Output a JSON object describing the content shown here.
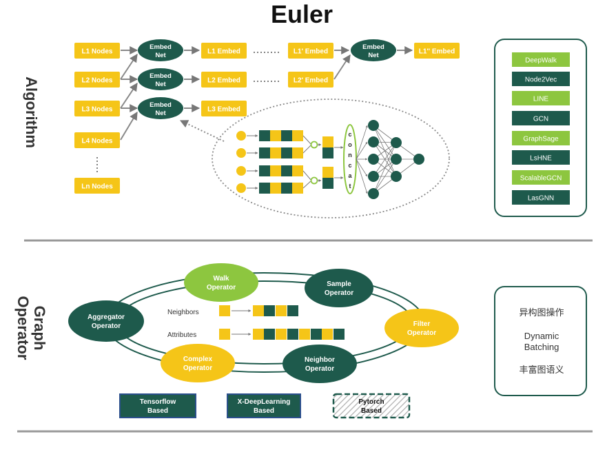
{
  "title": "Euler",
  "sections": {
    "algorithm": "Algorithm",
    "graph_operator": [
      "Graph",
      "Operator"
    ]
  },
  "algorithm": {
    "node_labels": [
      "L1 Nodes",
      "L2 Nodes",
      "L3 Nodes",
      "L4 Nodes",
      "Ln Nodes"
    ],
    "embed_net": [
      "Embed",
      "Net"
    ],
    "embed_labels": [
      "L1 Embed",
      "L2 Embed",
      "L3 Embed"
    ],
    "embed_prime_labels": [
      "L1' Embed",
      "L2' Embed"
    ],
    "embed_double_prime": "L1'' Embed",
    "concat_letters": [
      "c",
      "o",
      "n",
      "c",
      "a",
      "t"
    ],
    "models": [
      "DeepWalk",
      "Node2Vec",
      "LINE",
      "GCN",
      "GraphSage",
      "LsHNE",
      "ScalableGCN",
      "LasGNN"
    ]
  },
  "operators": {
    "walk": [
      "Walk",
      "Operator"
    ],
    "sample": [
      "Sample",
      "Operator"
    ],
    "filter": [
      "Filter",
      "Operator"
    ],
    "neighbor": [
      "Neighbor",
      "Operator"
    ],
    "complex": [
      "Complex",
      "Operator"
    ],
    "aggregator": [
      "Aggregator",
      "Operator"
    ],
    "row_neighbors": "Neighbors",
    "row_attributes": "Attributes"
  },
  "features": [
    "异构图操作",
    "Dynamic",
    "Batching",
    "丰富图语义"
  ],
  "backends": {
    "tensorflow": [
      "Tensorflow",
      "Based"
    ],
    "xdl": [
      "X-DeepLearning",
      "Based"
    ],
    "pytorch": [
      "Pytorch",
      "Based"
    ]
  },
  "colors": {
    "yellow": "#F5C518",
    "dark_teal": "#1E5A4C",
    "light_green": "#8DC63F",
    "gray": "#777777"
  }
}
